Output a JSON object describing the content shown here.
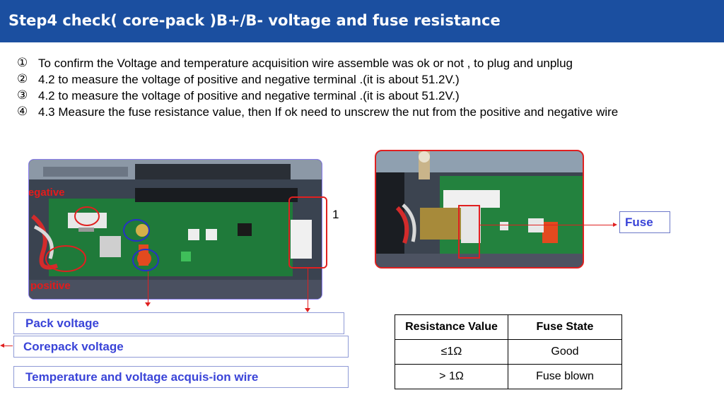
{
  "header": {
    "title": "Step4 check( core-pack )B+/B- voltage and fuse resistance",
    "bg_color": "#1b4fa0"
  },
  "steps": [
    {
      "num": "①",
      "text": "To confirm the Voltage and temperature acquisition wire assemble was ok or not , to  plug and unplug"
    },
    {
      "num": "②",
      "text": "4.2 to measure the voltage of positive and negative terminal .(it  is about 51.2V.)"
    },
    {
      "num": "③",
      "text": "4.2 to measure the voltage of positive and negative terminal .(it  is about 51.2V.)"
    },
    {
      "num": "④",
      "text": "4.3  Measure the fuse resistance value, then If ok need to unscrew the nut from the positive and negative wire"
    }
  ],
  "photo1": {
    "negative_label": "Negative",
    "positive_label": "positive"
  },
  "marker_number": "1",
  "callouts": {
    "pack_voltage": "Pack voltage",
    "corepack_voltage": "Corepack voltage",
    "temp_wire": "Temperature and voltage acquis-ion wire"
  },
  "fuse_label": "Fuse",
  "table": {
    "headers": [
      "Resistance Value",
      "Fuse State"
    ],
    "rows": [
      [
        "≤1Ω",
        "Good"
      ],
      [
        "> 1Ω",
        "Fuse blown"
      ]
    ]
  },
  "colors": {
    "accent_red": "#e41b1b",
    "callout_blue": "#3a44d8"
  }
}
